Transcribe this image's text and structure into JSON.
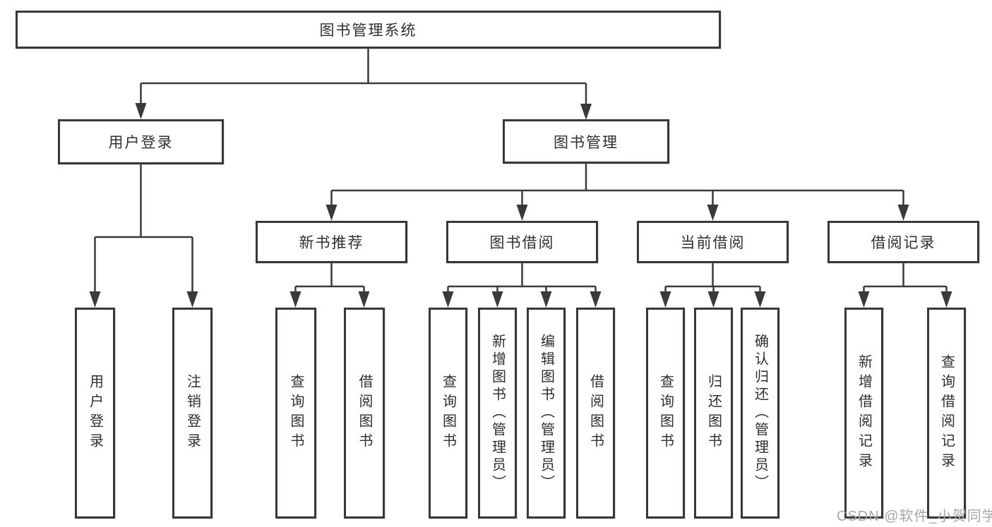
{
  "diagram_type": "hierarchy-tree",
  "colors": {
    "line": "#3a3a3a",
    "box_border": "#383838",
    "text": "#2f2f2f",
    "watermark": "#a7a7ab"
  },
  "tree": {
    "label": "图书管理系统",
    "children": [
      {
        "label": "用户登录",
        "children": [
          {
            "label": "用户登录"
          },
          {
            "label": "注销登录"
          }
        ]
      },
      {
        "label": "图书管理",
        "children": [
          {
            "label": "新书推荐",
            "children": [
              {
                "label": "查询图书"
              },
              {
                "label": "借阅图书"
              }
            ]
          },
          {
            "label": "图书借阅",
            "children": [
              {
                "label": "查询图书"
              },
              {
                "label": "新增图书（管理员）"
              },
              {
                "label": "编辑图书（管理员）"
              },
              {
                "label": "借阅图书"
              }
            ]
          },
          {
            "label": "当前借阅",
            "children": [
              {
                "label": "查询图书"
              },
              {
                "label": "归还图书"
              },
              {
                "label": "确认归还（管理员）"
              }
            ]
          },
          {
            "label": "借阅记录",
            "children": [
              {
                "label": "新增借阅记录"
              },
              {
                "label": "查询借阅记录"
              }
            ]
          }
        ]
      }
    ]
  },
  "watermark": {
    "text": "CSDN @软件_小贺同学"
  }
}
